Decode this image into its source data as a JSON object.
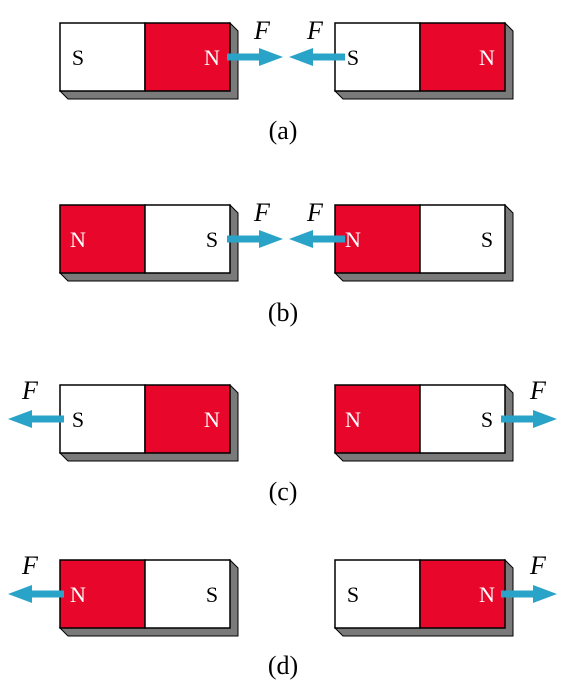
{
  "colors": {
    "north": "#e8072a",
    "south": "#ffffff",
    "outline": "#000000",
    "side_shade": "#7a7a7a",
    "arrow": "#29a3c7",
    "pole_text_on_north": "#ffffff",
    "pole_text_on_south": "#000000"
  },
  "icons": {
    "force_arrow": "force-arrow-icon"
  },
  "force_label": "F",
  "panels": [
    {
      "id": "a",
      "caption": "(a)",
      "force_direction": "attraction",
      "magnets": [
        {
          "left_pole": "S",
          "right_pole": "N"
        },
        {
          "left_pole": "S",
          "right_pole": "N"
        }
      ]
    },
    {
      "id": "b",
      "caption": "(b)",
      "force_direction": "attraction",
      "magnets": [
        {
          "left_pole": "N",
          "right_pole": "S"
        },
        {
          "left_pole": "N",
          "right_pole": "S"
        }
      ]
    },
    {
      "id": "c",
      "caption": "(c)",
      "force_direction": "repulsion",
      "magnets": [
        {
          "left_pole": "S",
          "right_pole": "N"
        },
        {
          "left_pole": "N",
          "right_pole": "S"
        }
      ]
    },
    {
      "id": "d",
      "caption": "(d)",
      "force_direction": "repulsion",
      "magnets": [
        {
          "left_pole": "N",
          "right_pole": "S"
        },
        {
          "left_pole": "S",
          "right_pole": "N"
        }
      ]
    }
  ]
}
